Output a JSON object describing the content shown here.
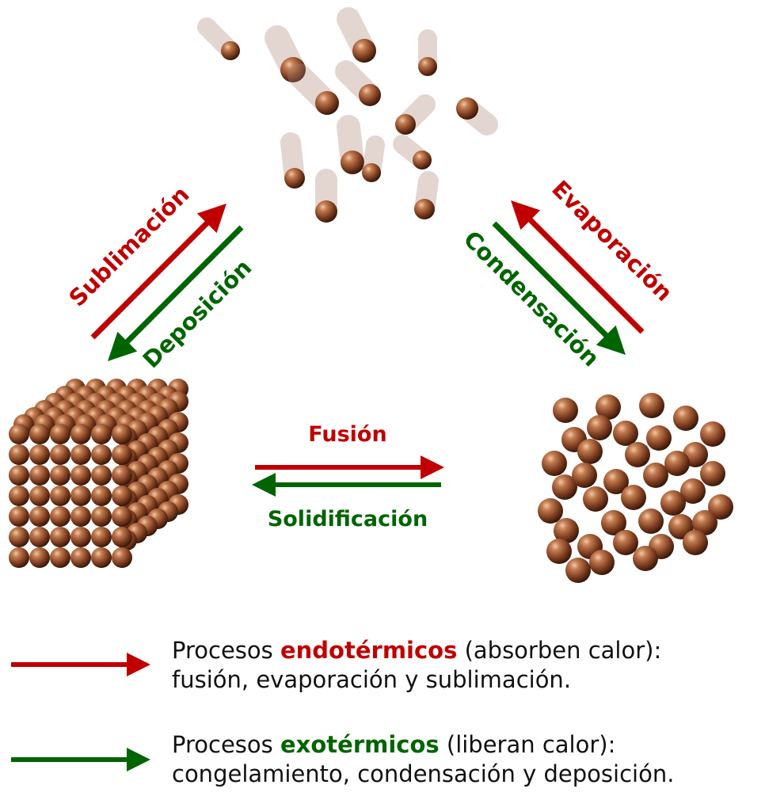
{
  "colors": {
    "endothermic": "#c00000",
    "exothermic": "#006400",
    "particle": "#8a4a2c"
  },
  "labels": {
    "sublimacion": "Sublimación",
    "deposicion": "Deposición",
    "evaporacion": "Evaporación",
    "condensacion": "Condensación",
    "fusion": "Fusión",
    "solidificacion": "Solidificación"
  },
  "legend": {
    "endo": {
      "prefix": "Procesos ",
      "keyword": "endotérmicos",
      "suffix": " (absorben calor):",
      "line2": "fusión, evaporación y sublimación."
    },
    "exo": {
      "prefix": "Procesos ",
      "keyword": "exotérmicos",
      "suffix": " (liberan calor):",
      "line2": "congelamiento, condensación y deposición."
    }
  }
}
